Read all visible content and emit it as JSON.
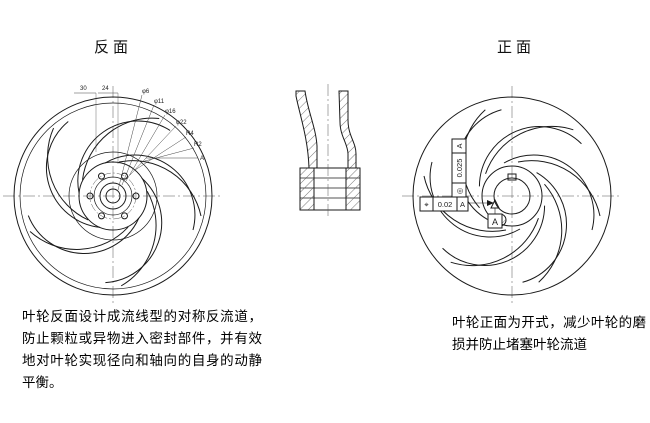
{
  "page": {
    "background": "#ffffff",
    "line_color": "#1a1a1a"
  },
  "views": {
    "left_label": "反面",
    "right_label": "正面"
  },
  "captions": {
    "left": "叶轮反面设计成流线型的对称反流道，防止颗粒或异物进入密封部件，并有效地对叶轮实现径向和轴向的自身的动静平衡。",
    "right": "叶轮正面为开式，减少叶轮的磨损并防止堵塞叶轮流道"
  },
  "dimensions": {
    "top": [
      "30",
      "24"
    ],
    "fan": [
      "φ6",
      "φ11",
      "φ16",
      "φ22",
      "R4",
      "R2"
    ],
    "datum_ref": "A"
  },
  "gdt": {
    "vertical_frame": {
      "symbol": "◎",
      "value": "0.025",
      "datum": "A"
    },
    "horizontal_frame": {
      "symbol": "⌖",
      "value": "0.02",
      "datum": "A"
    },
    "datum_flag": "A"
  }
}
